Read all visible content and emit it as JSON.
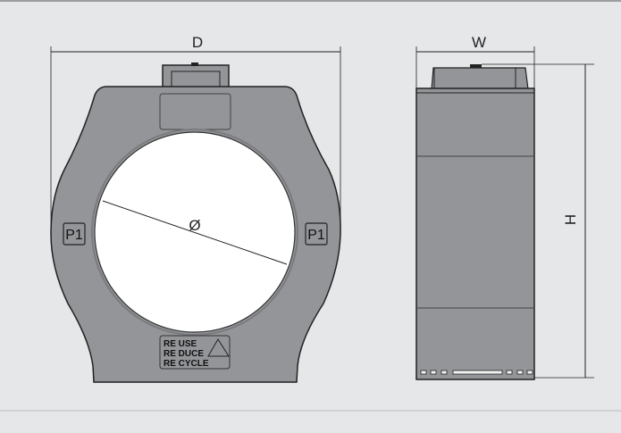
{
  "dimensions": {
    "d_label": "D",
    "w_label": "W",
    "h_label": "H",
    "diameter_label": "Ø"
  },
  "front_view": {
    "terminal_left": "P1",
    "terminal_right": "P1",
    "recycle_lines": [
      "RE USE",
      "RE DUCE",
      "RE CYCLE"
    ]
  },
  "colors": {
    "background": "#e6e7e9",
    "body": "#939598",
    "outline": "#222222"
  }
}
